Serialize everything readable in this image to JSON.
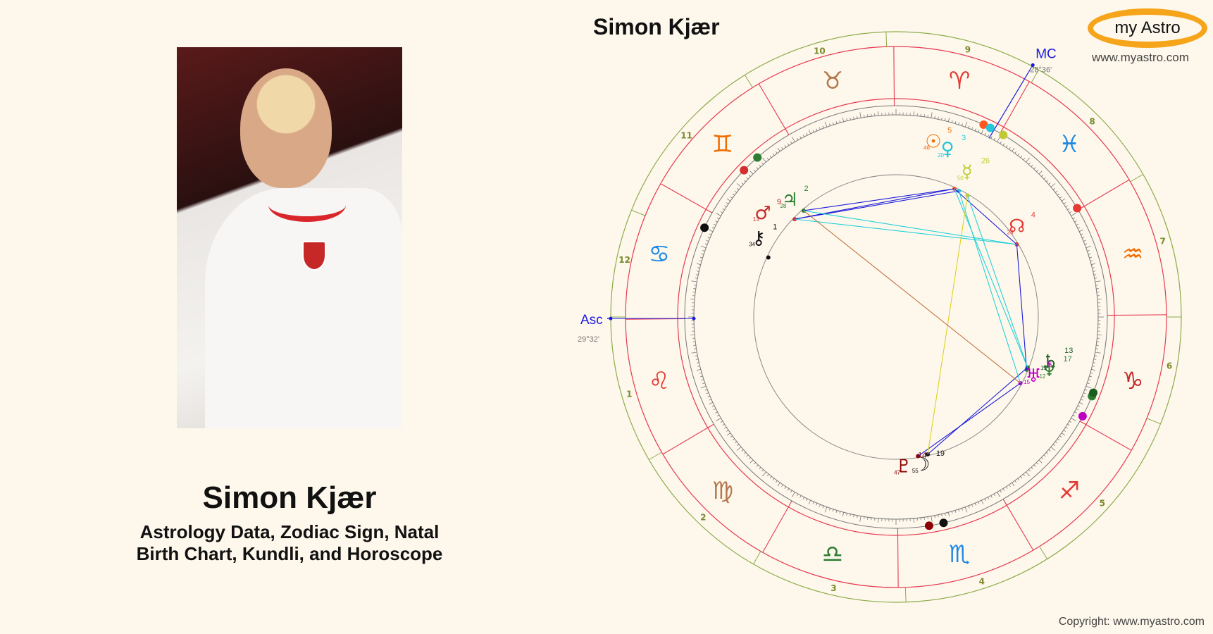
{
  "person": {
    "name": "Simon Kjær",
    "subtitle_line1": "Astrology Data, Zodiac Sign, Natal",
    "subtitle_line2": "Birth Chart, Kundli, and Horoscope"
  },
  "chart": {
    "title": "Simon Kjær",
    "asc_label": "Asc",
    "asc_degree": "29°32'",
    "mc_label": "MC",
    "mc_degree": "28°36'",
    "house_numbers": [
      "1",
      "2",
      "3",
      "4",
      "5",
      "6",
      "7",
      "8",
      "9",
      "10",
      "11",
      "12"
    ],
    "signs": [
      {
        "glyph": "♉",
        "color": "#b5784d"
      },
      {
        "glyph": "♈",
        "color": "#e53935"
      },
      {
        "glyph": "♓",
        "color": "#1e88e5"
      },
      {
        "glyph": "♒",
        "color": "#ef6c00"
      },
      {
        "glyph": "♑",
        "color": "#c62828"
      },
      {
        "glyph": "♐",
        "color": "#e53935"
      },
      {
        "glyph": "♏",
        "color": "#1e88e5"
      },
      {
        "glyph": "♎",
        "color": "#2e7d32"
      },
      {
        "glyph": "♍",
        "color": "#b5784d"
      },
      {
        "glyph": "♌",
        "color": "#e53935"
      },
      {
        "glyph": "♋",
        "color": "#1e88e5"
      },
      {
        "glyph": "♊",
        "color": "#ef6c00"
      }
    ],
    "planets": [
      {
        "glyph": "♂",
        "label": "9",
        "minute": "13",
        "color": "#c62828"
      },
      {
        "glyph": "♃",
        "label": "2",
        "minute": "28",
        "color": "#2e7d32"
      },
      {
        "glyph": "⚷",
        "label": "1",
        "minute": "34",
        "color": "#111111"
      },
      {
        "glyph": "☉",
        "label": "5",
        "minute": "46",
        "color": "#ef6c00"
      },
      {
        "glyph": "♀",
        "label": "3",
        "minute": "20",
        "color": "#26c6da"
      },
      {
        "glyph": "☿",
        "label": "26",
        "minute": "50",
        "color": "#c0ca33"
      },
      {
        "glyph": "☊",
        "label": "4",
        "minute": "28",
        "color": "#e53935"
      },
      {
        "glyph": "♆",
        "label": "17",
        "minute": "12",
        "color": "#2e7d32"
      },
      {
        "glyph": "♄",
        "label": "13",
        "minute": "19",
        "color": "#1b5e20"
      },
      {
        "glyph": "♅",
        "label": "5",
        "minute": "15",
        "color": "#c000c0"
      },
      {
        "glyph": "☽",
        "label": "19",
        "minute": "55",
        "color": "#111111"
      },
      {
        "glyph": "♇",
        "label": "14",
        "minute": "47",
        "color": "#8b0000"
      }
    ]
  },
  "brand": {
    "logo_text": "my Astro",
    "url": "www.myastro.com",
    "copyright": "Copyright: www.myastro.com"
  },
  "colors": {
    "background": "#fef8ec",
    "house_line": "#e53950",
    "outer_ring": "#8cab4a",
    "aspect_blue": "#1a1adb",
    "aspect_cyan": "#26d0d8",
    "aspect_yellow": "#e0d020",
    "aspect_brown": "#c27040"
  }
}
